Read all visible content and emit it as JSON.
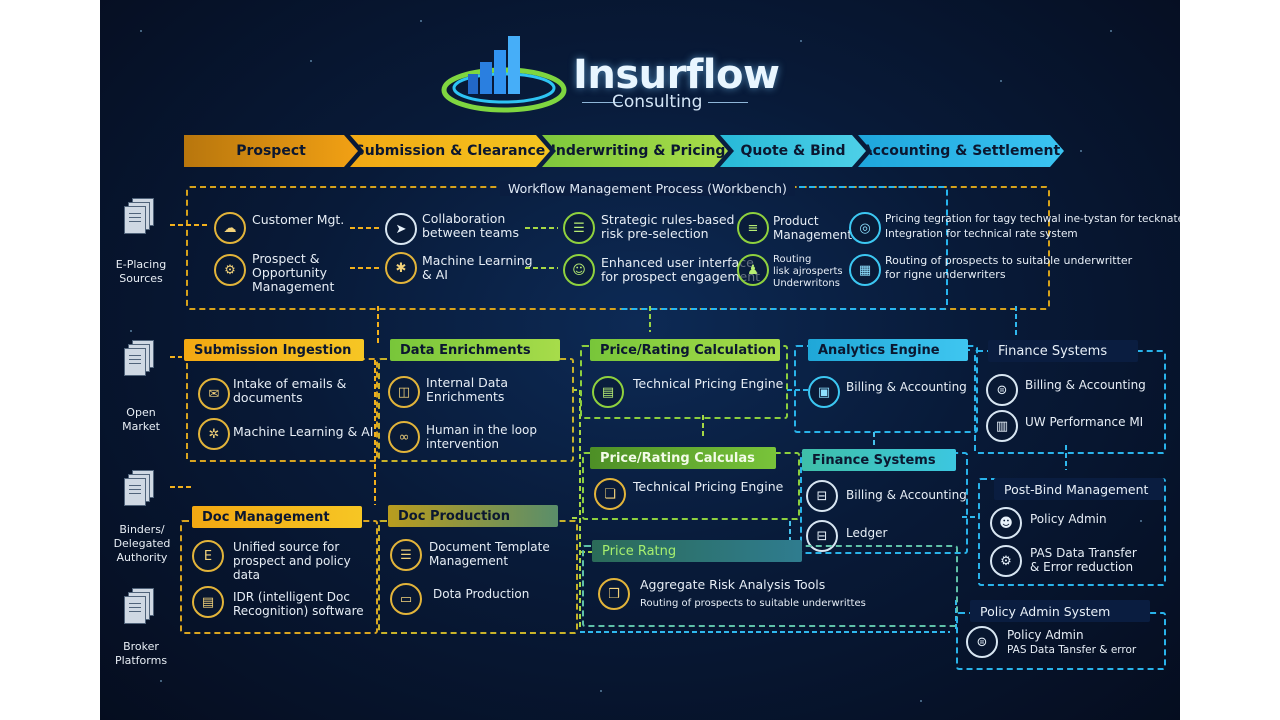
{
  "brand": {
    "name": "Insurflow",
    "tagline": "Consulting"
  },
  "stages": [
    "Prospect",
    "Submission & Clearance",
    "Underwriting & Pricing",
    "Quote & Bind",
    "Accounting & Settlement"
  ],
  "workbench": {
    "title": "Workflow Management Process (Workbench)",
    "items": {
      "customer_mgt": "Customer Mgt.",
      "prospect_mgmt": "Prospect &\nOpportunity\nManagement",
      "collaboration": "Collaboration\nbetween teams",
      "ml_ai": "Machine Learning\n& AI",
      "strategic_rules": "Strategic rules-based\nrisk pre-selection",
      "enhanced_ui": "Enhanced user interface\nfor prospect engagement",
      "product_mgmt": "Product\nManagement",
      "routing": "Routing\nlisk ajrosperts\nUnderwritons",
      "pricing_integration": "Pricing tegration for tagy techwal ine-tystan for tecknate\nIntegration for technical rate system",
      "routing_prospects": "Routing of prospects to suitable underwritter\nfor rigne underwriters"
    }
  },
  "sources": [
    "E-Placing\nSources",
    "Open\nMarket",
    "Binders/\nDelegated\nAuthority",
    "Broker\nPlatforms"
  ],
  "submission_ingestion": {
    "title": "Submission Ingestion",
    "items": [
      "Intake of emails &\ndocuments",
      "Machine Learning & AI"
    ]
  },
  "data_enrichments": {
    "title": "Data Enrichments",
    "items": [
      "Internal Data\nEnrichments",
      "Human in the loop\nintervention"
    ]
  },
  "price_rating_calc": {
    "title": "Price/Rating Calculation",
    "items": [
      "Technical Pricing Engine"
    ]
  },
  "analytics_engine": {
    "title": "Analytics Engine",
    "items": [
      "Billing & Accounting"
    ]
  },
  "finance_systems_top": {
    "title": "Finance Systems",
    "items": [
      "Billing & Accounting",
      "UW Performance MI"
    ]
  },
  "price_rating_calculas": {
    "title": "Price/Rating Calculas",
    "items": [
      "Technical Pricing Engine"
    ]
  },
  "finance_systems_mid": {
    "title": "Finance Systems",
    "items": [
      "Billing & Accounting",
      "Ledger"
    ]
  },
  "post_bind": {
    "title": "Post-Bind Management",
    "items": [
      "Policy Admin",
      "PAS Data Transfer\n& Error reduction"
    ]
  },
  "doc_management": {
    "title": "Doc Management",
    "items": [
      "Unified source for\nprospect and policy\ndata",
      "IDR (intelligent Doc\nRecognition) software"
    ]
  },
  "doc_production": {
    "title": "Doc Production",
    "items": [
      "Document Template\nManagement",
      "Dota Production"
    ]
  },
  "price_ratng": {
    "title": "Price Ratng",
    "items": [
      "Aggregate Risk Analysis Tools",
      "Routing of prospects to suitable underwrittes"
    ]
  },
  "policy_admin_system": {
    "title": "Policy Admin System",
    "items": [
      "Policy Admin",
      "PAS Data Tansfer & error"
    ]
  },
  "colors": {
    "gold": "#f3a812",
    "green": "#8ccf3e",
    "cyan": "#29b3ea",
    "background": "#081a38"
  }
}
